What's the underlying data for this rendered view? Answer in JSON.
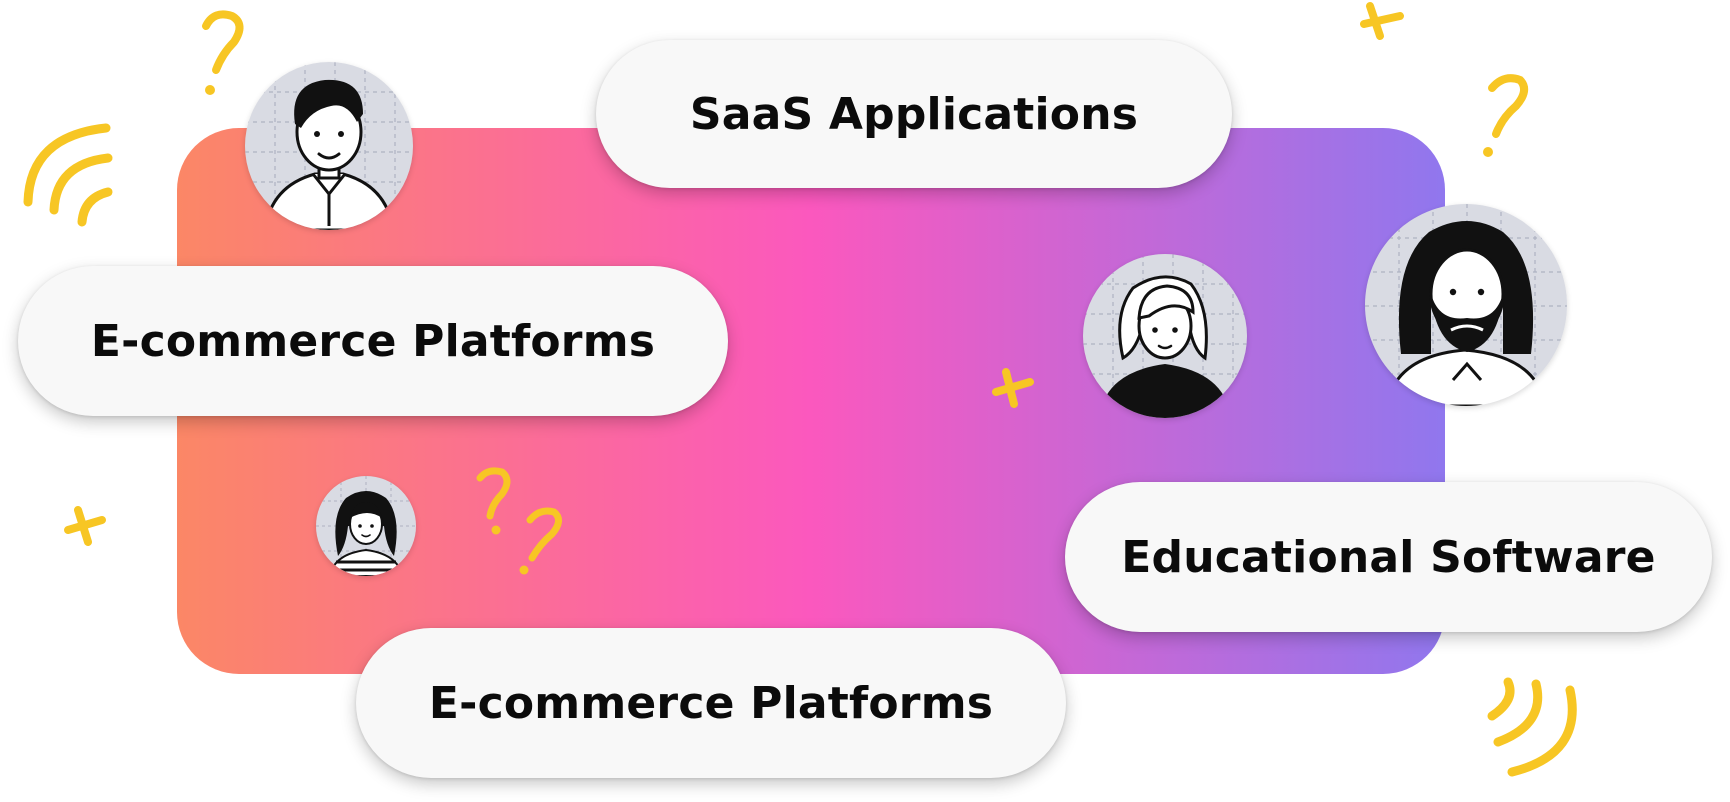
{
  "pills": {
    "saas": "SaaS Applications",
    "ecommerce_left": "E-commerce Platforms",
    "educational": "Educational Software",
    "ecommerce_bottom": "E-commerce Platforms"
  },
  "icons": {
    "avatar_1": "man-short-hair-avatar-icon",
    "avatar_2": "woman-blonde-avatar-icon",
    "avatar_3": "man-long-hair-beard-avatar-icon",
    "avatar_4": "girl-curly-hair-avatar-icon",
    "doodles": [
      "question-mark-icon",
      "plus-icon",
      "signal-waves-icon"
    ]
  },
  "colors": {
    "gradient_start": "#fb8766",
    "gradient_mid": "#fb58be",
    "gradient_end": "#9077ee",
    "pill_background": "#f8f8f8",
    "text": "#0b0b0b",
    "doodle_yellow": "#f7c624",
    "avatar_background": "#d9dbe3"
  }
}
